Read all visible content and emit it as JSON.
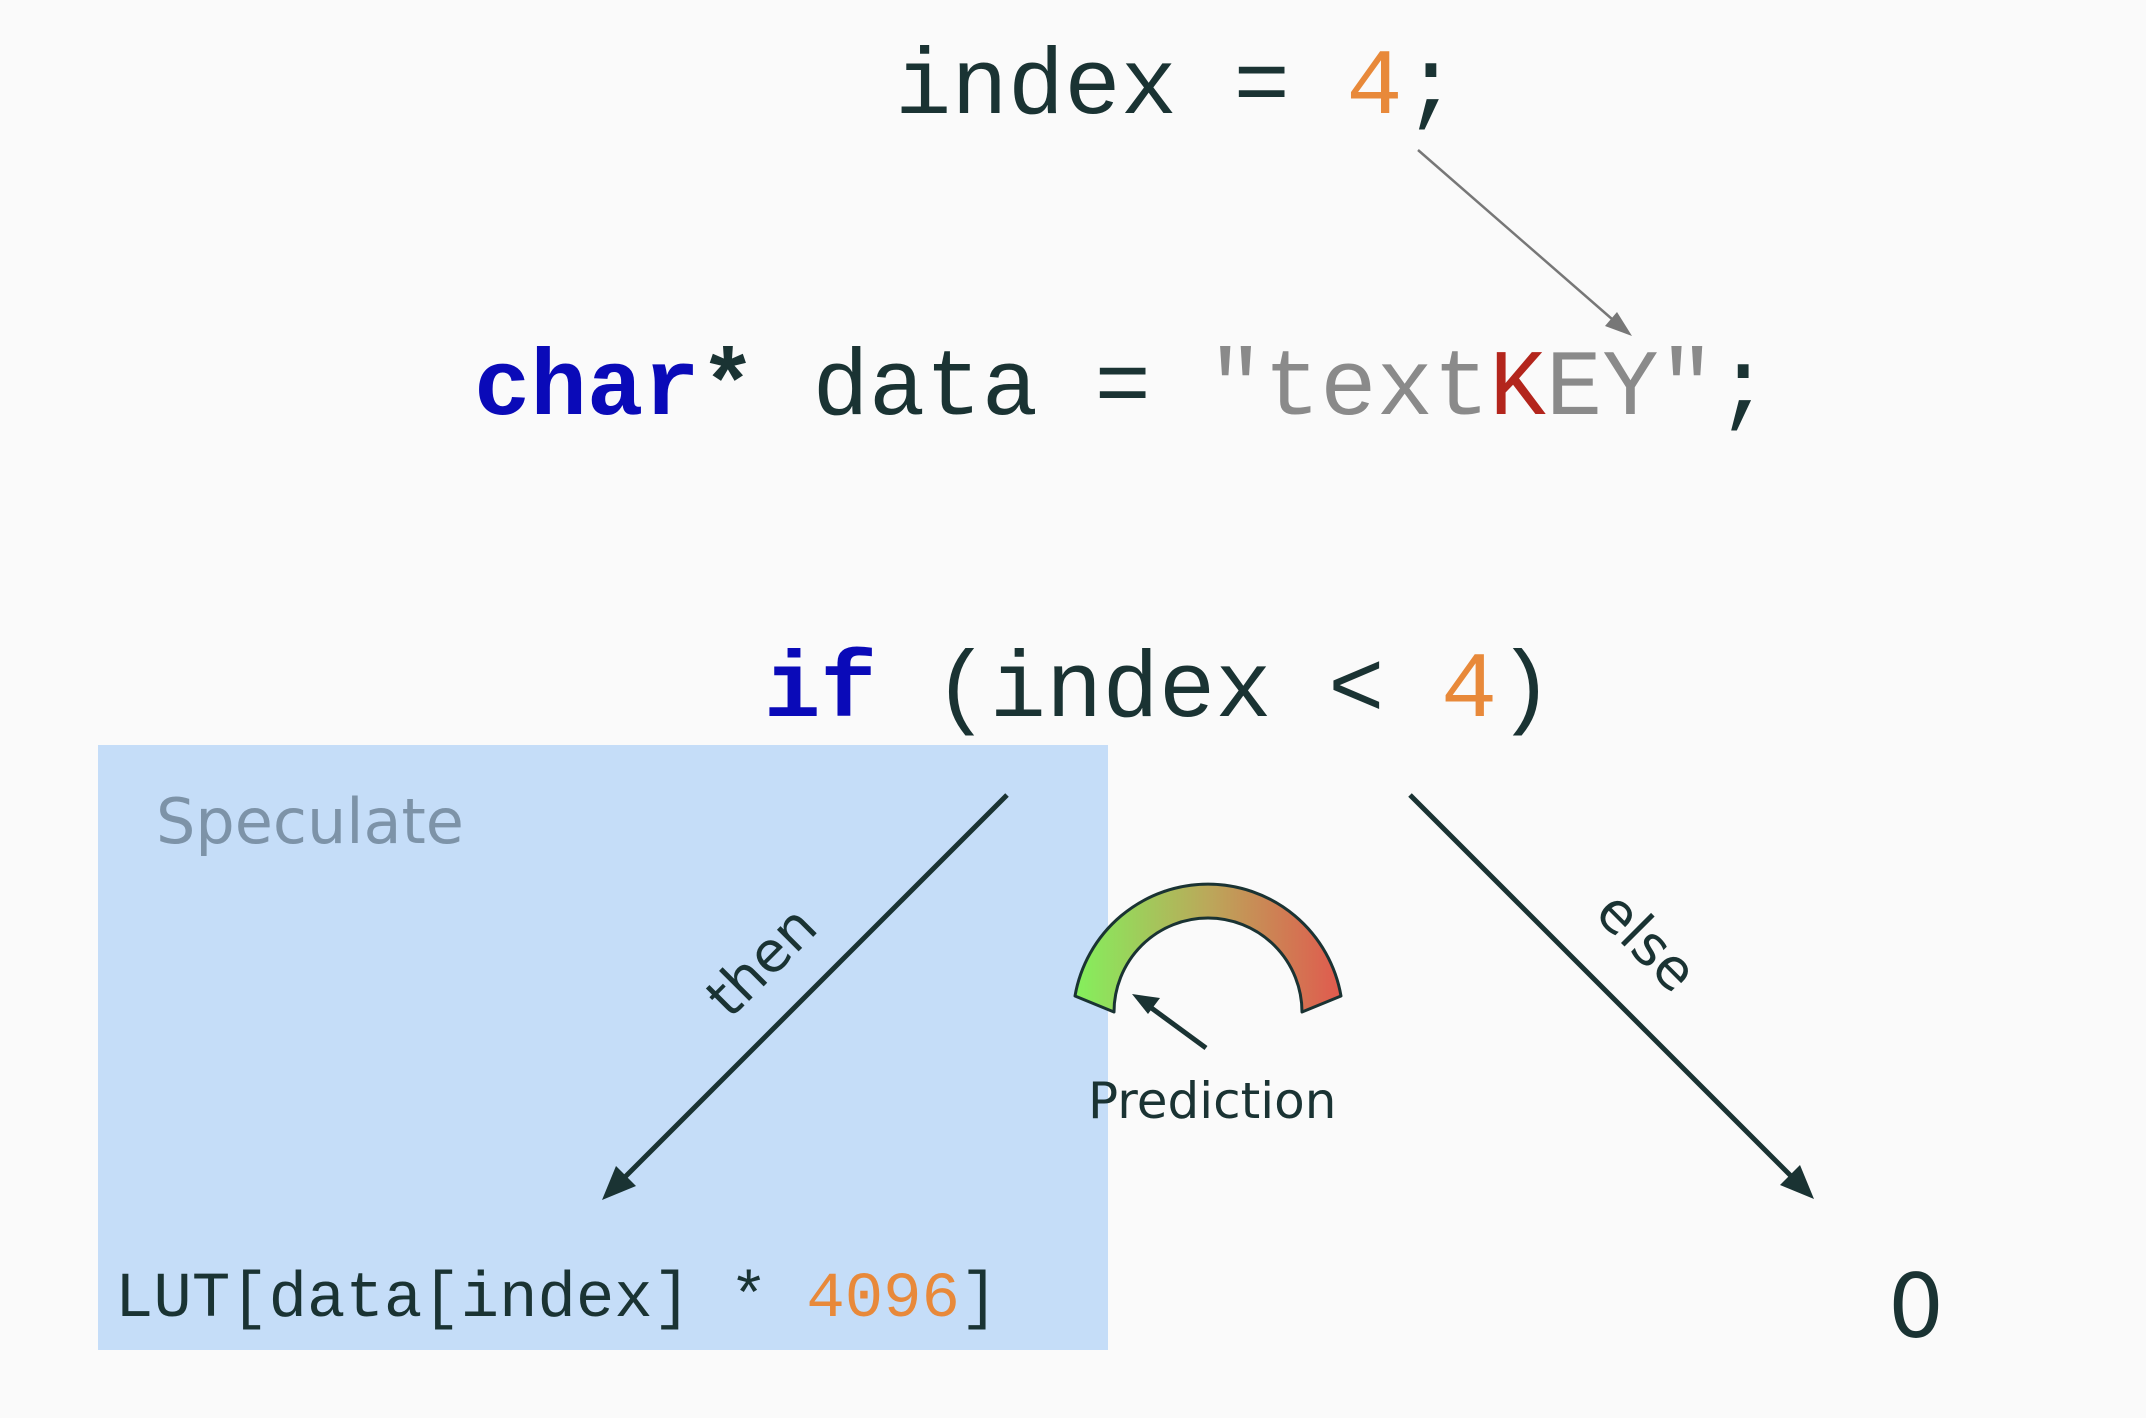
{
  "line1": {
    "var": "index",
    "op": " = ",
    "value": "4",
    "end": ";"
  },
  "line2": {
    "keyword": "char",
    "star": "*",
    "var": " data",
    "op": " = ",
    "str_open": "\"text",
    "str_key": "K",
    "str_close": "EY\"",
    "end": ";"
  },
  "line3": {
    "keyword": "if",
    "cond_open": " (index < ",
    "value": "4",
    "cond_close": ")"
  },
  "speculate_label": "Speculate",
  "then_label": "then",
  "else_label": "else",
  "prediction_label": "Prediction",
  "then_result": {
    "prefix": "LUT[data[index] * ",
    "value": "4096",
    "suffix": "]"
  },
  "else_result": "0",
  "colors": {
    "keyword": "#0a0ab8",
    "number": "#e8893a",
    "string": "#8a8a8a",
    "highlight": "#b3251c",
    "text": "#1a3333",
    "speculate_bg": "#c5ddf8",
    "gauge_low": "#84f05c",
    "gauge_high": "#e05a4e"
  }
}
